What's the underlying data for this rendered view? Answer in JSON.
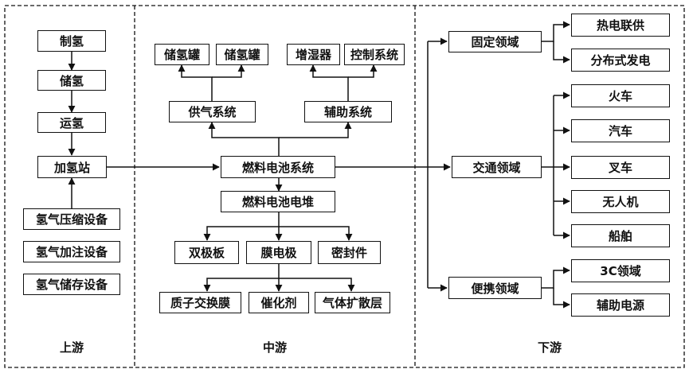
{
  "sections": {
    "upstream": "上游",
    "midstream": "中游",
    "downstream": "下游"
  },
  "nodes": {
    "h2_production": "制氢",
    "h2_storage": "储氢",
    "h2_transport": "运氢",
    "h2_station": "加氢站",
    "h2_compression_equipment": "氢气压缩设备",
    "h2_filling_equipment": "氢气加注设备",
    "h2_storage_equipment": "氢气储存设备",
    "storage_tank_1": "储氢罐",
    "storage_tank_2": "储氢罐",
    "humidifier": "增湿器",
    "control_system": "控制系统",
    "gas_supply_system": "供气系统",
    "auxiliary_system": "辅助系统",
    "fuel_cell_system": "燃料电池系统",
    "fuel_cell_stack": "燃料电池电堆",
    "bipolar_plate": "双极板",
    "membrane_electrode": "膜电极",
    "seal": "密封件",
    "proton_exchange_membrane": "质子交换膜",
    "catalyst": "催化剂",
    "gas_diffusion_layer": "气体扩散层",
    "stationary_field": "固定领域",
    "transport_field": "交通领域",
    "portable_field": "便携领域",
    "chp": "热电联供",
    "distributed_generation": "分布式发电",
    "train": "火车",
    "car": "汽车",
    "forklift": "叉车",
    "drone": "无人机",
    "ship": "船舶",
    "3c_field": "3C领域",
    "auxiliary_power": "辅助电源"
  }
}
